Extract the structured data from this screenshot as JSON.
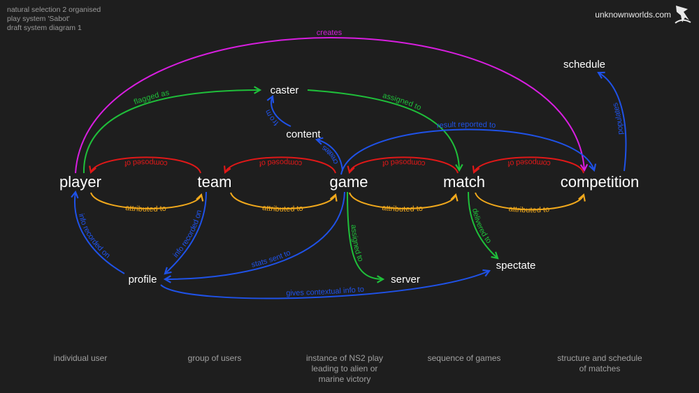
{
  "header": {
    "lines": [
      "natural selection 2 organised",
      "play system 'Sabot'",
      "draft system diagram 1"
    ],
    "brand": "unknownworlds.com",
    "logo_icon": "unknown-worlds-logo"
  },
  "colors": {
    "background": "#1e1e1e",
    "magenta": "#d81ee0",
    "green": "#1fbf3a",
    "blue": "#1f52e8",
    "red": "#e01818",
    "orange": "#f0a81c",
    "node_text": "#ffffff"
  },
  "nodes": {
    "player": "player",
    "team": "team",
    "game": "game",
    "match": "match",
    "competition": "competition",
    "caster": "caster",
    "content": "content",
    "schedule": "schedule",
    "profile": "profile",
    "server": "server",
    "spectate": "spectate"
  },
  "edges": [
    {
      "from": "player",
      "to": "competition",
      "label": "creates",
      "color": "magenta"
    },
    {
      "from": "player",
      "to": "caster",
      "label": "flagged as",
      "color": "green"
    },
    {
      "from": "caster",
      "to": "match",
      "label": "assigned to",
      "color": "green"
    },
    {
      "from": "content",
      "to": "caster",
      "label": "from",
      "color": "blue"
    },
    {
      "from": "game",
      "to": "content",
      "label": "creates",
      "color": "blue"
    },
    {
      "from": "game",
      "to": "competition",
      "label": "result reported to",
      "color": "blue"
    },
    {
      "from": "competition",
      "to": "schedule",
      "label": "populates",
      "color": "blue"
    },
    {
      "from": "team",
      "to": "player",
      "label": "composed of",
      "color": "red"
    },
    {
      "from": "game",
      "to": "team",
      "label": "composed of",
      "color": "red"
    },
    {
      "from": "match",
      "to": "game",
      "label": "composed of",
      "color": "red"
    },
    {
      "from": "competition",
      "to": "match",
      "label": "composed of",
      "color": "red"
    },
    {
      "from": "player",
      "to": "team",
      "label": "attributed to",
      "color": "orange"
    },
    {
      "from": "team",
      "to": "game",
      "label": "attributed to",
      "color": "orange"
    },
    {
      "from": "game",
      "to": "match",
      "label": "attributed to",
      "color": "orange"
    },
    {
      "from": "match",
      "to": "competition",
      "label": "attributed to",
      "color": "orange"
    },
    {
      "from": "player",
      "to": "profile",
      "label": "info recorded on",
      "color": "blue"
    },
    {
      "from": "team",
      "to": "profile",
      "label": "info recorded on",
      "color": "blue"
    },
    {
      "from": "game",
      "to": "profile",
      "label": "stats sent to",
      "color": "blue"
    },
    {
      "from": "game",
      "to": "server",
      "label": "assigned to",
      "color": "green"
    },
    {
      "from": "match",
      "to": "spectate",
      "label": "delivered to",
      "color": "green"
    },
    {
      "from": "profile",
      "to": "spectate",
      "label": "gives contextual info to",
      "color": "blue"
    }
  ],
  "descriptions": {
    "player": [
      "individual user"
    ],
    "team": [
      "group of users"
    ],
    "game": [
      "instance of NS2 play",
      "leading to alien or",
      "marine victory"
    ],
    "match": [
      "sequence of games"
    ],
    "competition": [
      "structure and schedule",
      "of matches"
    ]
  }
}
